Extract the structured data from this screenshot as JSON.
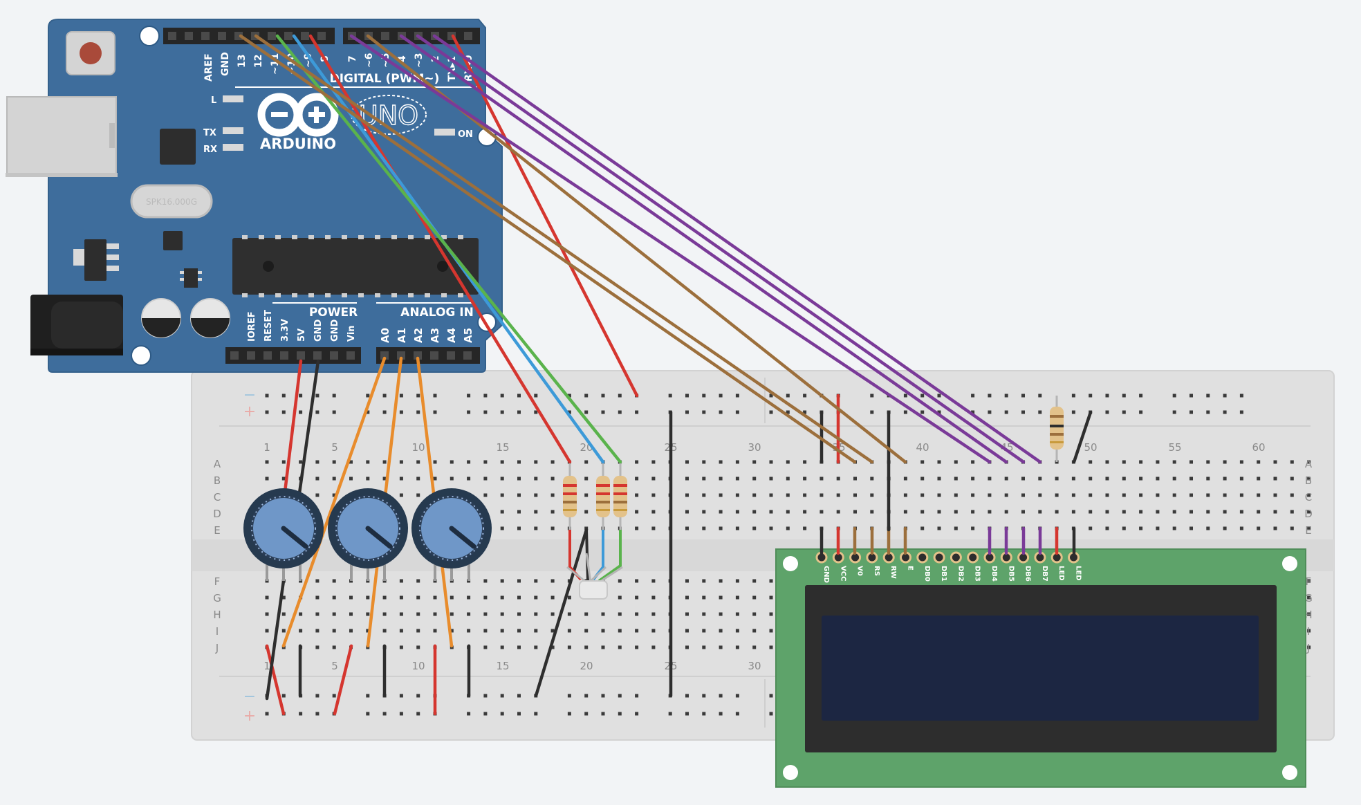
{
  "arduino": {
    "brand": "ARDUINO",
    "model": "UNO",
    "digital_label": "DIGITAL (PWM~)",
    "power_label": "POWER",
    "analog_label": "ANALOG IN",
    "crystal_label": "SPK16.000G",
    "led_labels": {
      "l": "L",
      "tx": "TX",
      "rx": "RX",
      "on": "ON"
    },
    "top_pins": [
      "AREF",
      "GND",
      "13",
      "12",
      "~11",
      "~10",
      "~9",
      "8",
      "7",
      "~6",
      "~5",
      "4",
      "~3",
      "2",
      "TX▸1",
      "RX◂0"
    ],
    "power_pins": [
      "IOREF",
      "RESET",
      "3.3V",
      "5V",
      "GND",
      "GND",
      "Vin"
    ],
    "analog_pins": [
      "A0",
      "A1",
      "A2",
      "A3",
      "A4",
      "A5"
    ]
  },
  "breadboard": {
    "column_numbers": [
      "1",
      "5",
      "10",
      "15",
      "20",
      "25",
      "30",
      "35",
      "40",
      "45",
      "50",
      "55",
      "60"
    ],
    "rows_top": [
      "A",
      "B",
      "C",
      "D",
      "E"
    ],
    "rows_bottom": [
      "F",
      "G",
      "H",
      "I",
      "J"
    ],
    "rail_minus": "−",
    "rail_plus": "+"
  },
  "lcd": {
    "pins": [
      "GND",
      "VCC",
      "V0",
      "RS",
      "RW",
      "E",
      "DB0",
      "DB1",
      "DB2",
      "DB3",
      "DB4",
      "DB5",
      "DB6",
      "DB7",
      "LED",
      "LED"
    ]
  },
  "colors": {
    "board": "#3e6d9c",
    "wire_red": "#d5362f",
    "wire_black": "#2e2e2e",
    "wire_orange": "#e88c2c",
    "wire_brown": "#9c6f3c",
    "wire_purple": "#7a3a98",
    "wire_green": "#5ab34c",
    "wire_blue": "#3d9ad8",
    "lcd_board": "#5ea36a",
    "lcd_screen": "#1c2642"
  }
}
